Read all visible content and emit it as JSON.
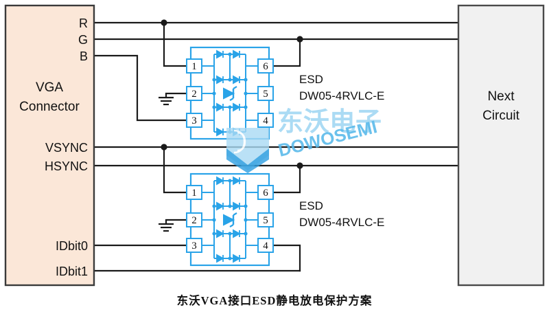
{
  "diagram": {
    "title_caption": "东沃VGA接口ESD静电放电保护方案",
    "colors": {
      "connector_fill": "#fbe7d8",
      "connector_stroke": "#3a3a3a",
      "next_circuit_fill": "#f1f1f1",
      "next_circuit_stroke": "#4a4a4a",
      "wire": "#1a1a1a",
      "device_blue": "#29a3e8",
      "watermark_blue": "#8fd0f0",
      "text": "#111111"
    }
  },
  "connector": {
    "name_line1": "VGA",
    "name_line2": "Connector",
    "pins": [
      {
        "label": "R"
      },
      {
        "label": "G"
      },
      {
        "label": "B"
      },
      {
        "label": "VSYNC"
      },
      {
        "label": "HSYNC"
      },
      {
        "label": "IDbit0"
      },
      {
        "label": "IDbit1"
      }
    ]
  },
  "next_circuit": {
    "name_line1": "Next",
    "name_line2": "Circuit"
  },
  "esd_devices": [
    {
      "id": "esd-top",
      "label_line1": "ESD",
      "label_line2": "DW05-4RVLC-E",
      "pins_left": [
        "1",
        "2",
        "3"
      ],
      "pins_right": [
        "6",
        "5",
        "4"
      ]
    },
    {
      "id": "esd-bottom",
      "label_line1": "ESD",
      "label_line2": "DW05-4RVLC-E",
      "pins_left": [
        "1",
        "2",
        "3"
      ],
      "pins_right": [
        "6",
        "5",
        "4"
      ]
    }
  ],
  "ground_symbols": [
    {
      "id": "ground-top"
    },
    {
      "id": "ground-bottom"
    }
  ],
  "watermark": {
    "chinese_text": "东沃电子",
    "latin_text": "DOWOSEMI",
    "logo_text": "DW"
  }
}
